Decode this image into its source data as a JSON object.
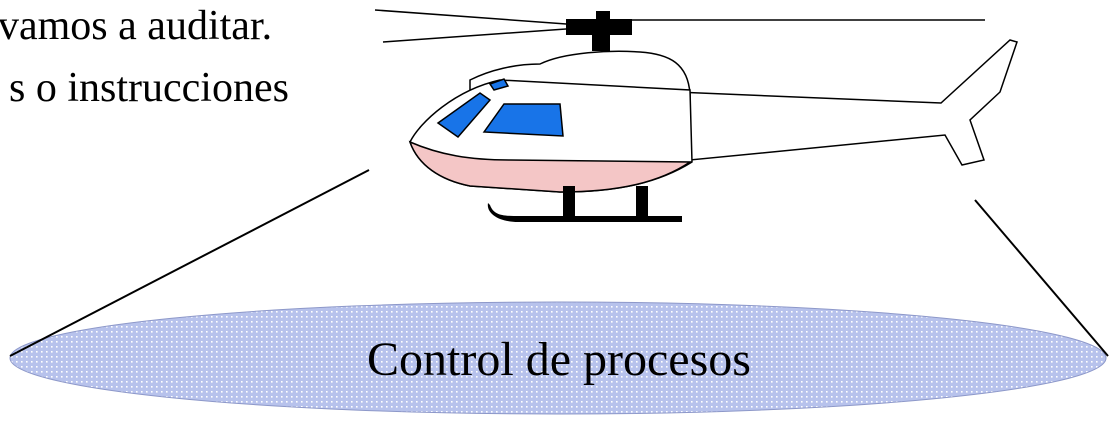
{
  "text_lines": [
    "vamos a auditar.",
    "s o instrucciones",
    "."
  ],
  "base_label": "Control de procesos",
  "icons": {
    "helicopter": "helicopter-icon",
    "field": "process-control-ellipse"
  },
  "colors": {
    "text": "#000000",
    "helicopter_body": "#ffffff",
    "helicopter_belly": "#f4c6c6",
    "windows": "#1874e8",
    "rotor_and_skids": "#000000",
    "field_fill": "#b7c2ec",
    "field_dots": "#ffffff",
    "lines": "#000000"
  }
}
